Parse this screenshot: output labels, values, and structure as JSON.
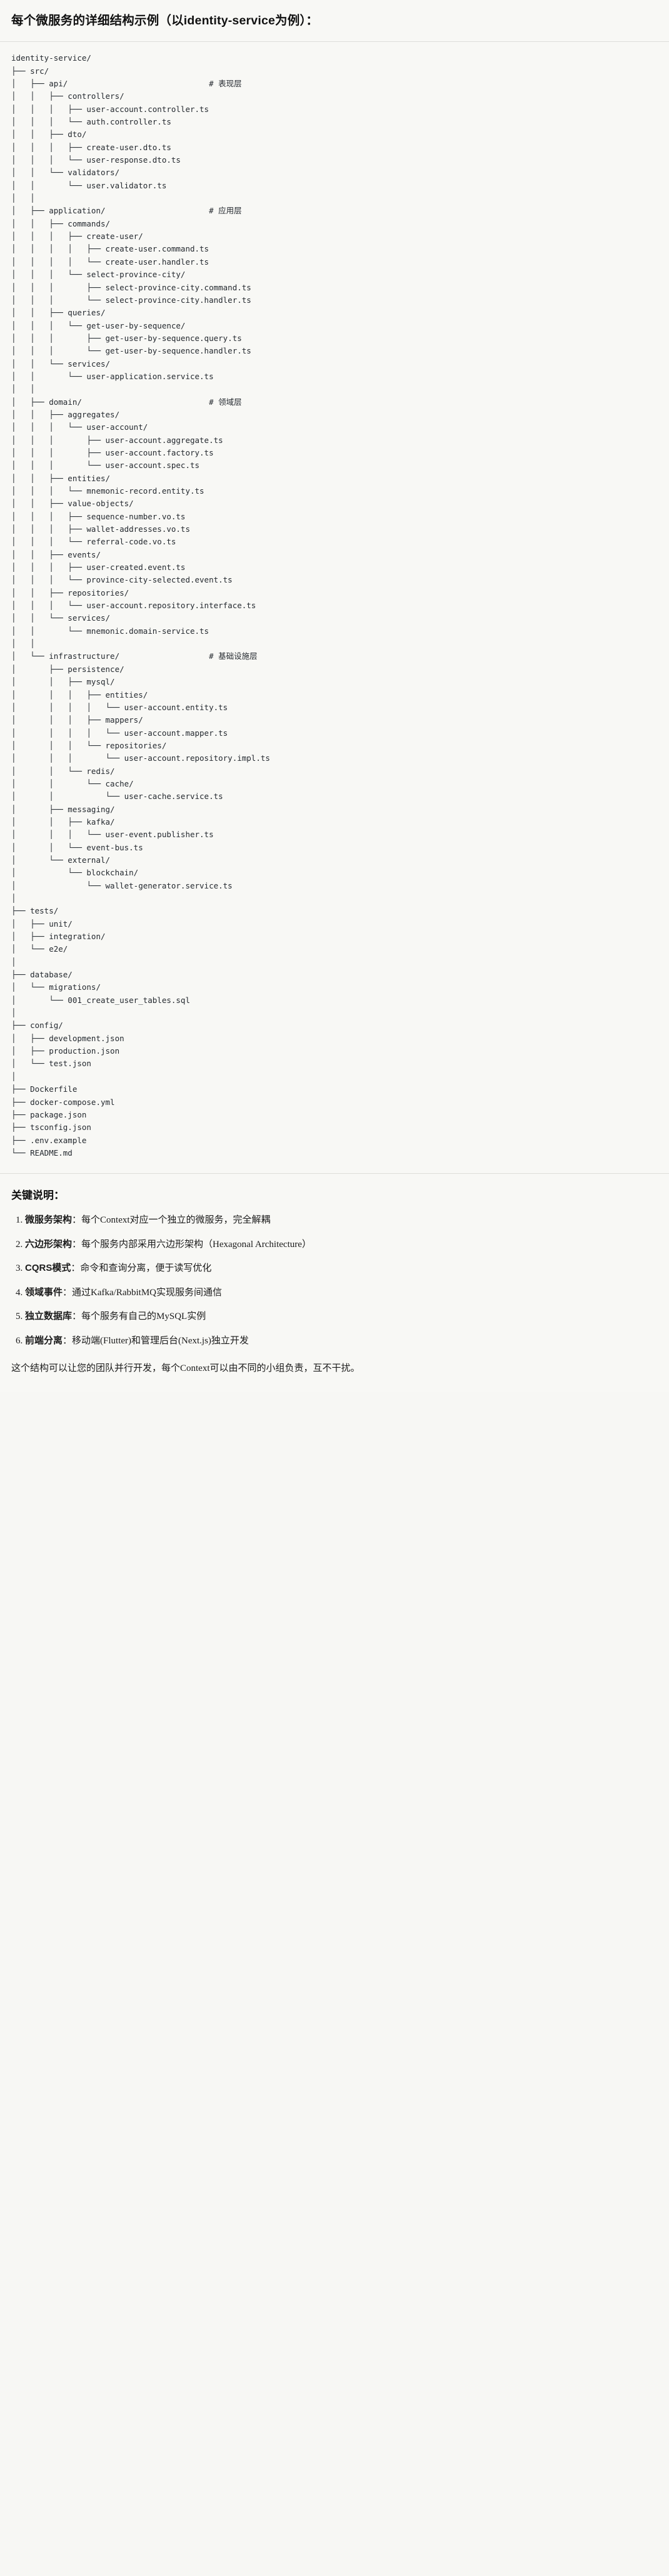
{
  "header": {
    "title": "每个微服务的详细结构示例（以identity-service为例）："
  },
  "tree": {
    "root": "identity-service/",
    "lines": [
      "identity-service/",
      "├── src/",
      "│   ├── api/                              # 表现层",
      "│   │   ├── controllers/",
      "│   │   │   ├── user-account.controller.ts",
      "│   │   │   └── auth.controller.ts",
      "│   │   ├── dto/",
      "│   │   │   ├── create-user.dto.ts",
      "│   │   │   └── user-response.dto.ts",
      "│   │   └── validators/",
      "│   │       └── user.validator.ts",
      "│   │",
      "│   ├── application/                      # 应用层",
      "│   │   ├── commands/",
      "│   │   │   ├── create-user/",
      "│   │   │   │   ├── create-user.command.ts",
      "│   │   │   │   └── create-user.handler.ts",
      "│   │   │   └── select-province-city/",
      "│   │   │       ├── select-province-city.command.ts",
      "│   │   │       └── select-province-city.handler.ts",
      "│   │   ├── queries/",
      "│   │   │   └── get-user-by-sequence/",
      "│   │   │       ├── get-user-by-sequence.query.ts",
      "│   │   │       └── get-user-by-sequence.handler.ts",
      "│   │   └── services/",
      "│   │       └── user-application.service.ts",
      "│   │",
      "│   ├── domain/                           # 领域层",
      "│   │   ├── aggregates/",
      "│   │   │   └── user-account/",
      "│   │   │       ├── user-account.aggregate.ts",
      "│   │   │       ├── user-account.factory.ts",
      "│   │   │       └── user-account.spec.ts",
      "│   │   ├── entities/",
      "│   │   │   └── mnemonic-record.entity.ts",
      "│   │   ├── value-objects/",
      "│   │   │   ├── sequence-number.vo.ts",
      "│   │   │   ├── wallet-addresses.vo.ts",
      "│   │   │   └── referral-code.vo.ts",
      "│   │   ├── events/",
      "│   │   │   ├── user-created.event.ts",
      "│   │   │   └── province-city-selected.event.ts",
      "│   │   ├── repositories/",
      "│   │   │   └── user-account.repository.interface.ts",
      "│   │   └── services/",
      "│   │       └── mnemonic.domain-service.ts",
      "│   │",
      "│   └── infrastructure/                   # 基础设施层",
      "│       ├── persistence/",
      "│       │   ├── mysql/",
      "│       │   │   ├── entities/",
      "│       │   │   │   └── user-account.entity.ts",
      "│       │   │   ├── mappers/",
      "│       │   │   │   └── user-account.mapper.ts",
      "│       │   │   └── repositories/",
      "│       │   │       └── user-account.repository.impl.ts",
      "│       │   └── redis/",
      "│       │       └── cache/",
      "│       │           └── user-cache.service.ts",
      "│       ├── messaging/",
      "│       │   ├── kafka/",
      "│       │   │   └── user-event.publisher.ts",
      "│       │   └── event-bus.ts",
      "│       └── external/",
      "│           └── blockchain/",
      "│               └── wallet-generator.service.ts",
      "│",
      "├── tests/",
      "│   ├── unit/",
      "│   ├── integration/",
      "│   └── e2e/",
      "│",
      "├── database/",
      "│   └── migrations/",
      "│       └── 001_create_user_tables.sql",
      "│",
      "├── config/",
      "│   ├── development.json",
      "│   ├── production.json",
      "│   └── test.json",
      "│",
      "├── Dockerfile",
      "├── docker-compose.yml",
      "├── package.json",
      "├── tsconfig.json",
      "├── .env.example",
      "└── README.md"
    ],
    "layer_comments": [
      "# 表现层",
      "# 应用层",
      "# 领域层",
      "# 基础设施层"
    ]
  },
  "notes": {
    "title": "关键说明：",
    "items": [
      {
        "key": "微服务架构",
        "sep": "：",
        "value": "每个Context对应一个独立的微服务，完全解耦"
      },
      {
        "key": "六边形架构",
        "sep": "：",
        "value": "每个服务内部采用六边形架构（Hexagonal Architecture）"
      },
      {
        "key": "CQRS模式",
        "sep": "：",
        "value": "命令和查询分离，便于读写优化"
      },
      {
        "key": "领域事件",
        "sep": "：",
        "value": "通过Kafka/RabbitMQ实现服务间通信"
      },
      {
        "key": "独立数据库",
        "sep": "：",
        "value": "每个服务有自己的MySQL实例"
      },
      {
        "key": "前端分离",
        "sep": "：",
        "value": "移动端(Flutter)和管理后台(Next.js)独立开发"
      }
    ],
    "closing": "这个结构可以让您的团队并行开发，每个Context可以由不同的小组负责，互不干扰。"
  },
  "colors": {
    "background": "#f8f8f5",
    "text": "#1b1b1b",
    "code_text": "#24292f",
    "divider": "#dededa"
  }
}
